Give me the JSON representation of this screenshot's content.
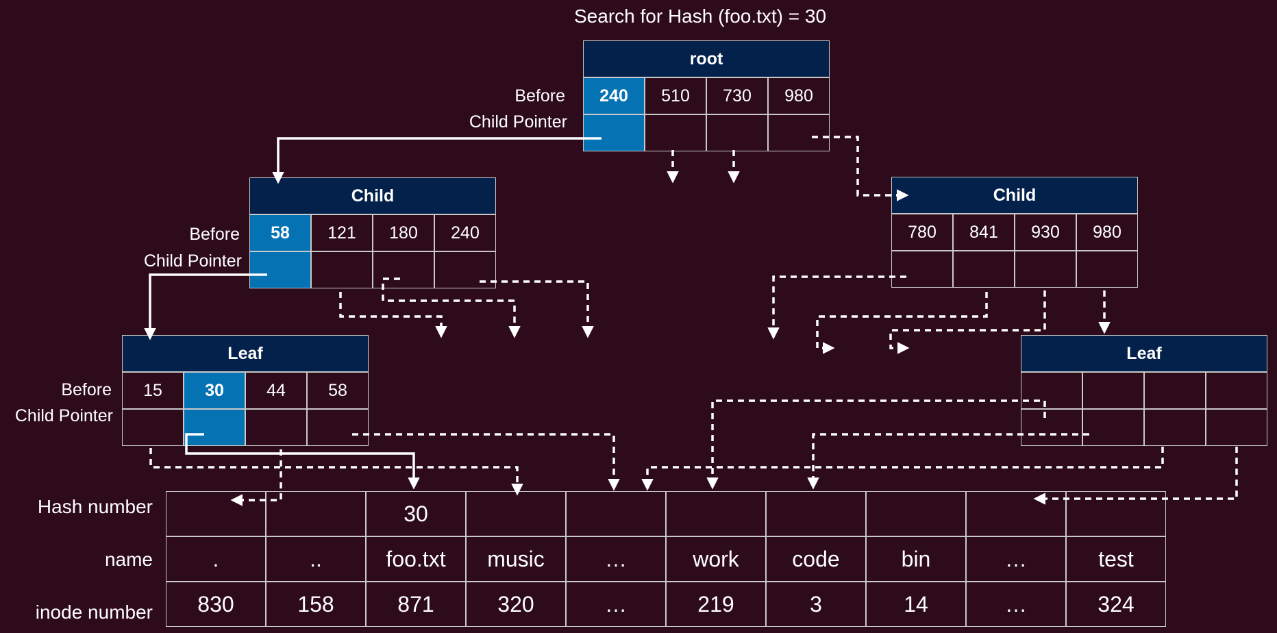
{
  "title": "Search for Hash (foo.txt) = 30",
  "labels": {
    "before": "Before",
    "child_pointer": "Child Pointer"
  },
  "root": {
    "header": "root",
    "keys": [
      "240",
      "510",
      "730",
      "980"
    ],
    "highlight": 0
  },
  "child_left": {
    "header": "Child",
    "keys": [
      "58",
      "121",
      "180",
      "240"
    ],
    "highlight": 0
  },
  "child_right": {
    "header": "Child",
    "keys": [
      "780",
      "841",
      "930",
      "980"
    ]
  },
  "leaf_left": {
    "header": "Leaf",
    "keys": [
      "15",
      "30",
      "44",
      "58"
    ],
    "highlight": 1
  },
  "leaf_right": {
    "header": "Leaf",
    "keys": [
      "",
      "",
      "",
      ""
    ]
  },
  "table": {
    "row_labels": [
      "Hash number",
      "name",
      "inode number"
    ],
    "hash": [
      "",
      "",
      "30",
      "",
      "",
      "",
      "",
      "",
      "",
      ""
    ],
    "names": [
      ".",
      "..",
      "foo.txt",
      "music",
      "…",
      "work",
      "code",
      "bin",
      "…",
      "test"
    ],
    "inodes": [
      "830",
      "158",
      "871",
      "320",
      "…",
      "219",
      "3",
      "14",
      "…",
      "324"
    ]
  },
  "colors": {
    "background": "#2e0b1a",
    "header": "#03214a",
    "highlight": "#0572b4",
    "line": "#ffffff"
  }
}
